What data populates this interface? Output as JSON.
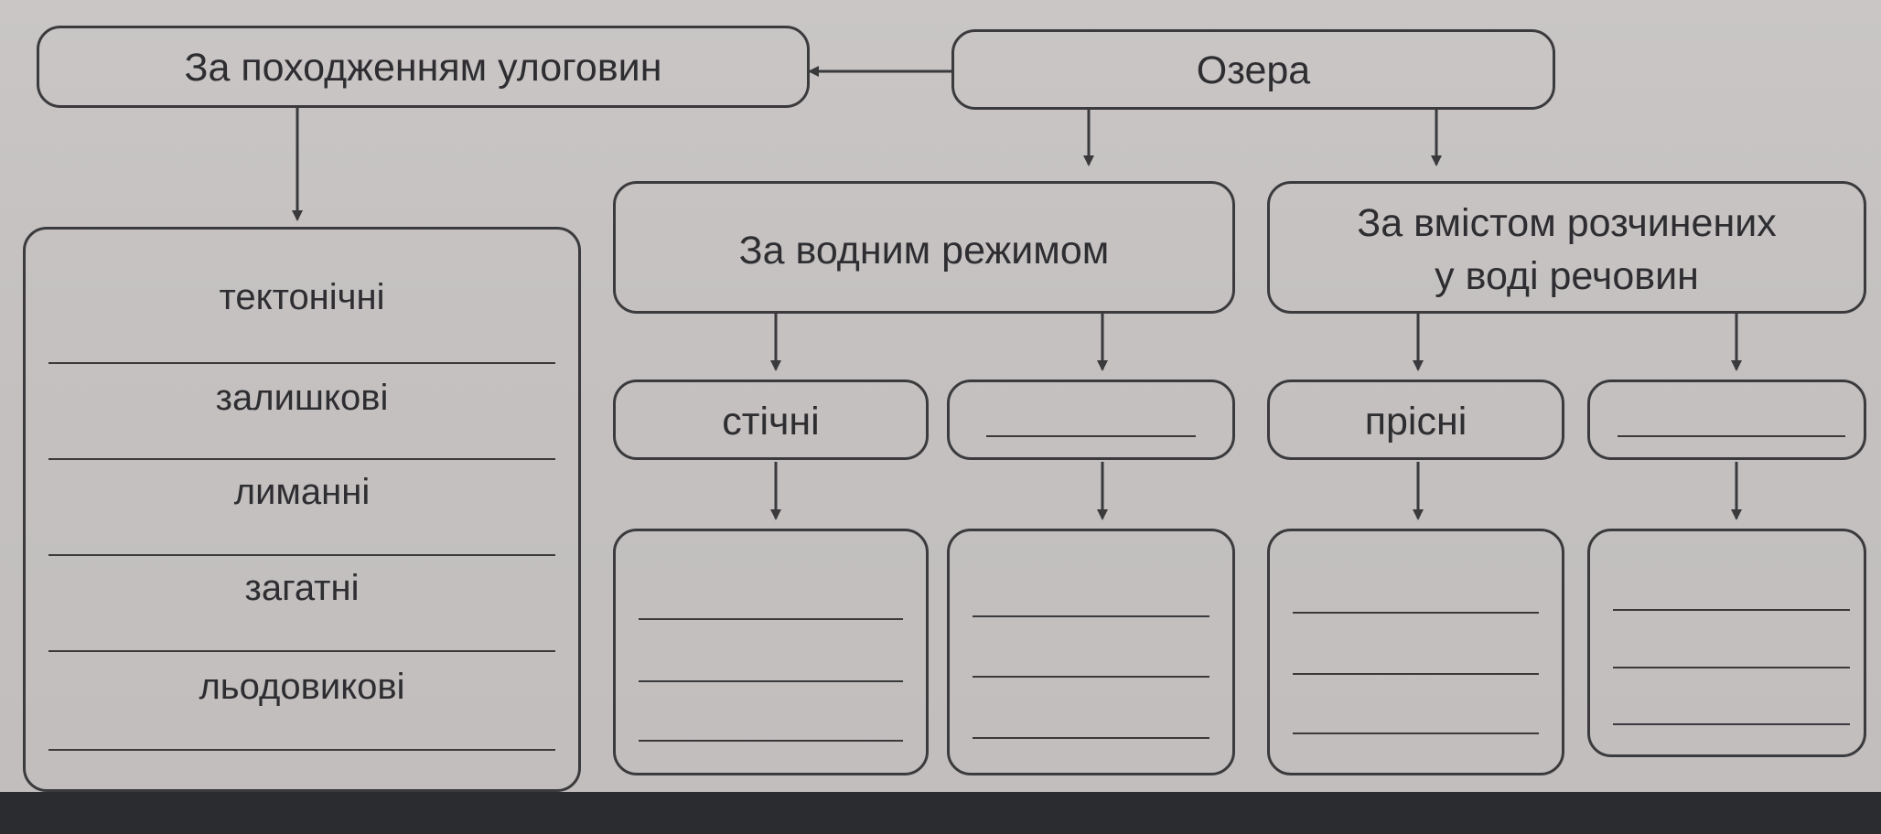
{
  "diagram": {
    "root": "Озера",
    "by_origin": {
      "title": "За походженням улоговин",
      "items": [
        "тектонічні",
        "залишкові",
        "лиманні",
        "загатні",
        "льодовикові"
      ]
    },
    "by_water_regime": {
      "title": "За водним режимом",
      "left": "стічні",
      "right": ""
    },
    "by_dissolved": {
      "title_line1": "За вмістом розчинених",
      "title_line2": "у воді речовин",
      "left": "прісні",
      "right": ""
    }
  }
}
